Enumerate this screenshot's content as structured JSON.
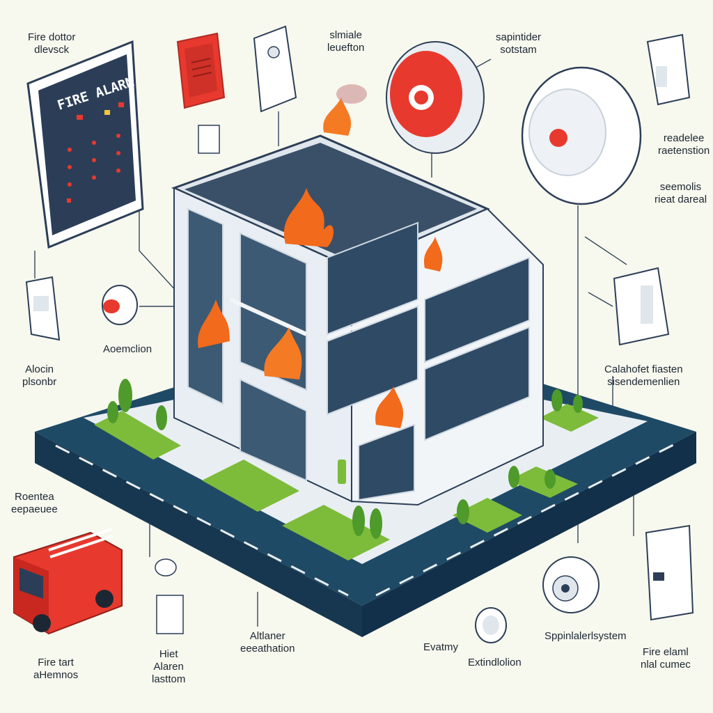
{
  "colors": {
    "background": "#f7f8ee",
    "accent_red": "#e8392e",
    "road": "#1f4a66",
    "grass": "#7dbb3a",
    "panel_blue": "#2c3e57",
    "flame": "#f26a1b"
  },
  "panel": {
    "title": "FIRE ALARM"
  },
  "callouts": [
    {
      "id": "fire-doctor",
      "line1": "Fire dottor",
      "line2": "dlevsck"
    },
    {
      "id": "simulate",
      "line1": "slmiale",
      "line2": "leuefton"
    },
    {
      "id": "sprinkler-top",
      "line1": "sapintider",
      "line2": "sotstam"
    },
    {
      "id": "readelee",
      "line1": "readelee",
      "line2": "raetenstion"
    },
    {
      "id": "seemolis",
      "line1": "seemolis",
      "line2": "rieat dareal"
    },
    {
      "id": "aoemction",
      "line1": "Aoemclion",
      "line2": ""
    },
    {
      "id": "alocin",
      "line1": "Alocin",
      "line2": "plsonbr"
    },
    {
      "id": "calahofet",
      "line1": "Calahofet fiasten",
      "line2": "sisendemenlien"
    },
    {
      "id": "roentea",
      "line1": "Roentea",
      "line2": "eepaeuee"
    },
    {
      "id": "fire-tart",
      "line1": "Fire tart",
      "line2": "aHemnos"
    },
    {
      "id": "hiet",
      "line1": "Hiet",
      "line2": "Alaren",
      "line3": "lasttom"
    },
    {
      "id": "altlaner",
      "line1": "Altlaner",
      "line2": "eeeathation"
    },
    {
      "id": "evatmy",
      "line1": "Evatmy",
      "line2": ""
    },
    {
      "id": "extindion",
      "line1": "Extindlolion",
      "line2": ""
    },
    {
      "id": "sprinkler-system",
      "line1": "Sppinlalerlsystem",
      "line2": ""
    },
    {
      "id": "fire-elaml",
      "line1": "Fire elaml",
      "line2": "nlal cumec"
    }
  ],
  "icons": [
    "alarm-panel-icon",
    "fire-bell-icon",
    "smoke-detector-icon",
    "alarm-siren-icon",
    "ceiling-detector-icon",
    "pull-station-icon",
    "sprinkler-head-icon",
    "wall-box-icon",
    "electrical-cabinet-icon",
    "fire-truck-icon",
    "heat-sensor-icon",
    "extinguisher-icon",
    "smoke-detector-small-icon",
    "building-icon",
    "flame-icon",
    "tree-icon"
  ]
}
